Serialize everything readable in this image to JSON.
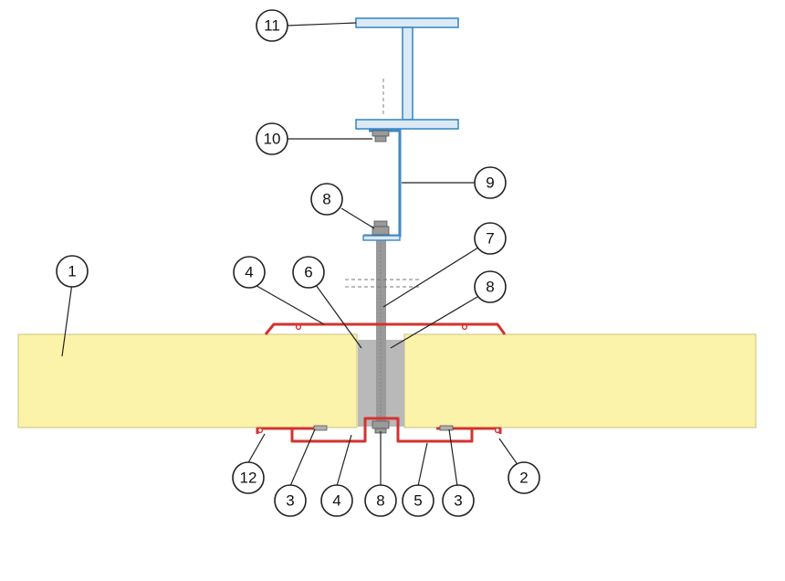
{
  "colors": {
    "panel": "#fbf3a9",
    "panel_edge": "#c9c07a",
    "steel": "#3d8ac5",
    "steel_fill": "#dceaf7",
    "flashing": "#d5322d",
    "rod": "#9a9a9a",
    "seal": "#b9b9b9",
    "ink": "#222222"
  },
  "callouts": {
    "c11": "11",
    "c10": "10",
    "c9": "9",
    "c8_upper": "8",
    "c7": "7",
    "c1": "1",
    "c4_upper": "4",
    "c6": "6",
    "c8_right": "8",
    "c12": "12",
    "c3_left": "3",
    "c4_lower": "4",
    "c8_lower": "8",
    "c5": "5",
    "c3_right": "3",
    "c2": "2"
  },
  "icons": {
    "callout": "numbered-circle",
    "fastener": "bolt-and-nut"
  }
}
